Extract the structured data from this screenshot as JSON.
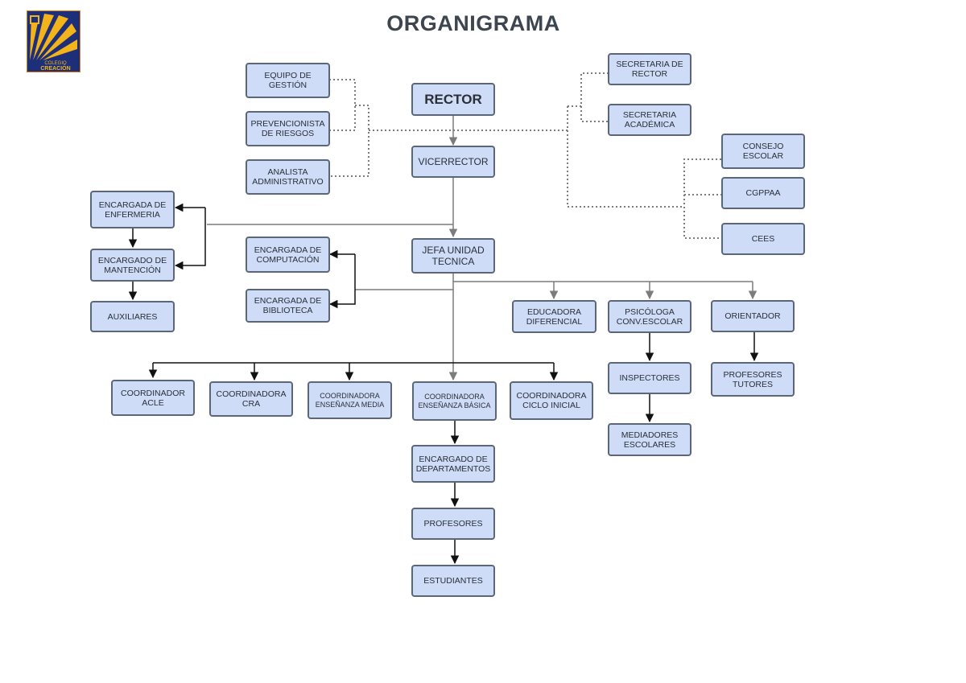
{
  "title": "ORGANIGRAMA",
  "logo": {
    "text_top": "COLEGIO",
    "text_bottom": "CREACIÓN",
    "colors": {
      "navy": "#1c2f78",
      "gold": "#f2b31b",
      "orange": "#e07b10"
    }
  },
  "colors": {
    "box_fill": "#cfdcf7",
    "box_border": "#5b6779",
    "solid_line": "#7c7c7c",
    "dotted_line": "#7c7c7c",
    "arrow_black": "#111111"
  },
  "nodes": {
    "rector": "RECTOR",
    "vicerrector": "VICERRECTOR",
    "equipo_gestion": "EQUIPO DE\nGESTIÓN",
    "prevencionista": "PREVENCIONISTA\nDE RIESGOS",
    "analista": "ANALISTA\nADMINISTRATIVO",
    "secretaria_rector": "SECRETARIA DE\nRECTOR",
    "secretaria_academica": "SECRETARIA\nACADÉMICA",
    "consejo_escolar": "CONSEJO\nESCOLAR",
    "cgppaa": "CGPPAA",
    "cees": "CEES",
    "enfermeria": "ENCARGADA DE\nENFERMERIA",
    "mantencion": "ENCARGADO DE\nMANTENCIÓN",
    "auxiliares": "AUXILIARES",
    "jefa_utp": "JEFA UNIDAD\nTECNICA",
    "computacion": "ENCARGADA DE\nCOMPUTACIÓN",
    "biblioteca": "ENCARGADA DE\nBIBLIOTECA",
    "educadora_diferencial": "EDUCADORA\nDIFERENCIAL",
    "psicologa": "PSICÓLOGA\nCONV.ESCOLAR",
    "orientador": "ORIENTADOR",
    "inspectores": "INSPECTORES",
    "mediadores": "MEDIADORES\nESCOLARES",
    "profesores_tutores": "PROFESORES\nTUTORES",
    "coord_acle": "COORDINADOR\nACLE",
    "coord_cra": "COORDINADORA\nCRA",
    "coord_media": "COORDINADORA\nENSEÑANZA MEDIA",
    "coord_basica": "COORDINADORA\nENSEÑANZA BÁSICA",
    "coord_ciclo": "COORDINADORA\nCICLO INICIAL",
    "encargado_departamentos": "ENCARGADO DE\nDEPARTAMENTOS",
    "profesores": "PROFESORES",
    "estudiantes": "ESTUDIANTES"
  }
}
